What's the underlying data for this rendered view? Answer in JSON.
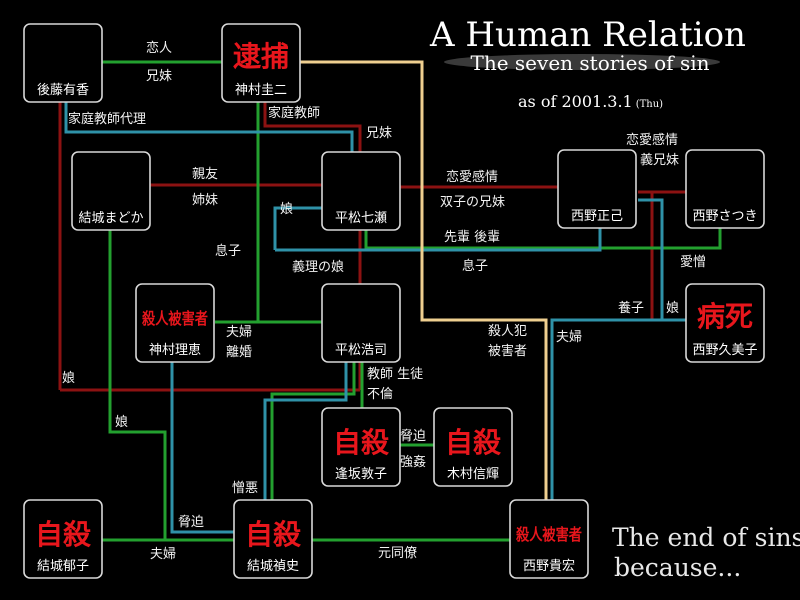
{
  "title": {
    "main": "A Human Relation",
    "sub": "The seven stories of sin",
    "date": "as of 2001.3.1",
    "weekday": "(Thu)"
  },
  "ending": {
    "line1": "The end of sins.",
    "line2": "because..."
  },
  "colors": {
    "red": "#8c1212",
    "green": "#23a02f",
    "blue": "#2f92a8",
    "tan": "#efcf90",
    "stamp": "#e8161c"
  },
  "nodes": {
    "goto_yuka": {
      "name": "後藤有香",
      "status": ""
    },
    "kamimura_keiji": {
      "name": "神村圭二",
      "status": "逮捕"
    },
    "yuki_madoka": {
      "name": "結城まどか",
      "status": ""
    },
    "hiramatsu_nanase": {
      "name": "平松七瀬",
      "status": ""
    },
    "nishino_masaki": {
      "name": "西野正己",
      "status": ""
    },
    "nishino_satsuki": {
      "name": "西野さつき",
      "status": ""
    },
    "kamimura_rie": {
      "name": "神村理恵",
      "status": "殺人被害者"
    },
    "hiramatsu_koji": {
      "name": "平松浩司",
      "status": ""
    },
    "nishino_kumiko": {
      "name": "西野久美子",
      "status": "病死"
    },
    "aisaka_atsuko": {
      "name": "逢坂敦子",
      "status": "自殺"
    },
    "kimura_nobuteru": {
      "name": "木村信輝",
      "status": "自殺"
    },
    "yuki_ikuko": {
      "name": "結城郁子",
      "status": "自殺"
    },
    "yuki_sadafumi": {
      "name": "結城禎史",
      "status": "自殺"
    },
    "nishino_takahiro": {
      "name": "西野貴宏",
      "status": "殺人被害者"
    }
  },
  "relations": {
    "koibito": "恋人",
    "kyoudai1": "兄妹",
    "katei_dairi": "家庭教師代理",
    "katei": "家庭教師",
    "kyoudai2": "兄妹",
    "renai1": "恋愛感情",
    "gikyoudai": "義兄妹",
    "shinyu": "親友",
    "shimai": "姉妹",
    "musume1": "娘",
    "renai2": "恋愛感情",
    "futago": "双子の兄妹",
    "senpai": "先輩 後輩",
    "musuko1": "息子",
    "musuko2": "息子",
    "aizou": "愛憎",
    "giri": "義理の娘",
    "yoshi": "養子",
    "musume2": "娘",
    "fuufu1": "夫婦",
    "rikon": "離婚",
    "satsujinhan": "殺人犯",
    "higaisha": "被害者",
    "fuufu2": "夫婦",
    "kyoushi": "教師 生徒",
    "furin": "不倫",
    "musume3": "娘",
    "musume4": "娘",
    "kyouhaku1": "脅迫",
    "kyoukan": "強姦",
    "zouo": "憎悪",
    "kyouhaku2": "脅迫",
    "fuufu3": "夫婦",
    "motodouryou": "元同僚"
  }
}
